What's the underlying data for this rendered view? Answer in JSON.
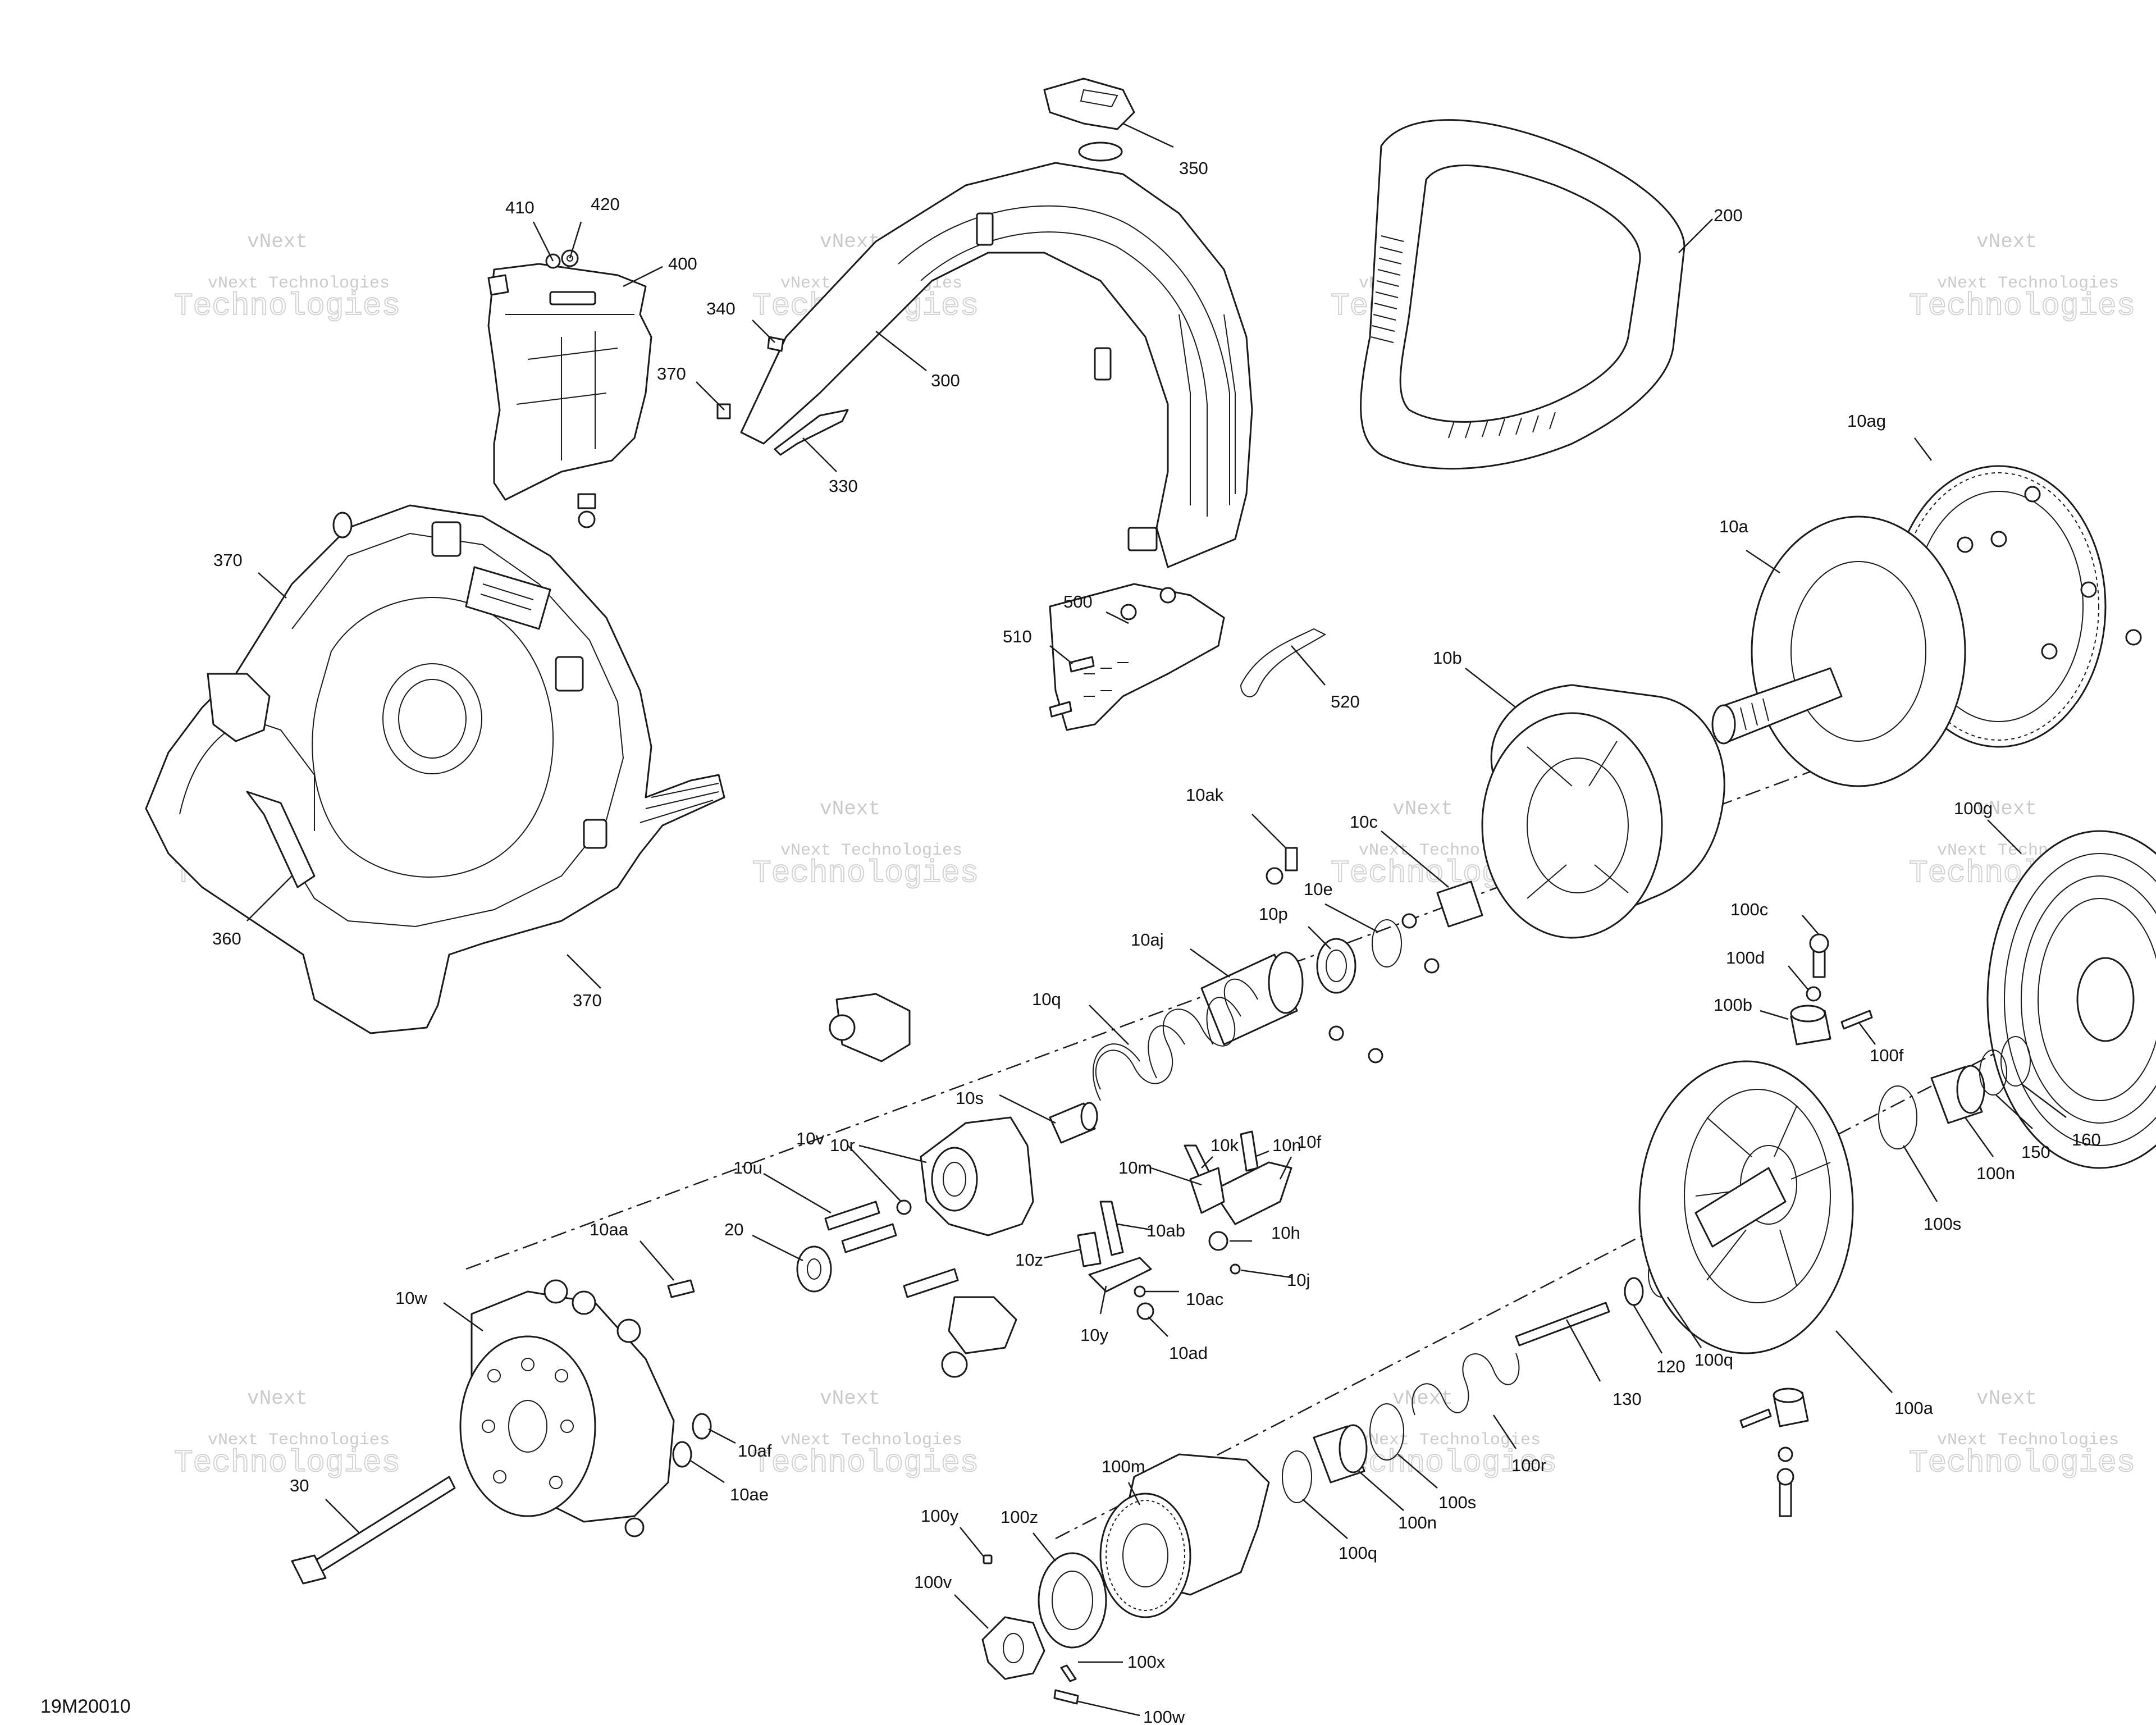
{
  "diagram": {
    "drawing_code": "19M20010",
    "watermark": {
      "line1": "vNext",
      "line2": "vNext Technologies",
      "line3": "Technologies"
    },
    "callouts": {
      "c350": "350",
      "c200": "200",
      "c410": "410",
      "c420": "420",
      "c400": "400",
      "c340": "340",
      "c300": "300",
      "c370a": "370",
      "c330": "330",
      "c10ag": "10ag",
      "c10a": "10a",
      "c370b": "370",
      "c500": "500",
      "c510": "510",
      "c520": "520",
      "c10b": "10b",
      "c10ak": "10ak",
      "c10c": "10c",
      "c100g": "100g",
      "c10e": "10e",
      "c10p": "10p",
      "c100c": "100c",
      "c360": "360",
      "c370c": "370",
      "c10aj": "10aj",
      "c100d": "100d",
      "c10q": "10q",
      "c100b": "100b",
      "c100f": "100f",
      "c10s": "10s",
      "c10r": "10r",
      "c10k": "10k",
      "c10n": "10n",
      "c10v": "10v",
      "c10f": "10f",
      "c160": "160",
      "c150": "150",
      "c100n": "100n",
      "c10m": "10m",
      "c10u": "10u",
      "c100s": "100s",
      "c10ab": "10ab",
      "c10aa": "10aa",
      "c20": "20",
      "c10h": "10h",
      "c10z": "10z",
      "c10j": "10j",
      "c10ac": "10ac",
      "c10w": "10w",
      "c10y": "10y",
      "c100q": "100q",
      "c120": "120",
      "c10ad": "10ad",
      "c130": "130",
      "c100a": "100a",
      "c10af": "10af",
      "c100r": "100r",
      "c10ae": "10ae",
      "c30": "30",
      "c100m": "100m",
      "c100s2": "100s",
      "c100n2": "100n",
      "c100q2": "100q",
      "c100y": "100y",
      "c100z": "100z",
      "c100v": "100v",
      "c100x": "100x",
      "c100w": "100w"
    }
  }
}
